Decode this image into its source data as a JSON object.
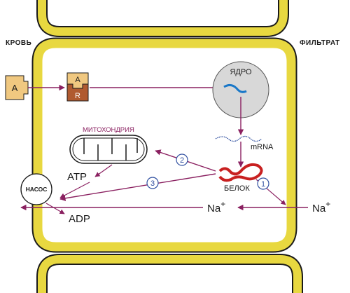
{
  "labels": {
    "blood": "КРОВЬ",
    "filtrate": "ФИЛЬТРАТ",
    "hormone": "A",
    "complex_top": "A",
    "complex_bottom": "R",
    "nucleus": "ЯДРО",
    "mrna": "mRNA",
    "mitochondria": "МИТОХОНДРИЯ",
    "atp": "ATP",
    "adp": "ADP",
    "pump": "НАСОС",
    "protein": "БЕЛОК",
    "na_inside": "Na",
    "na_outside": "Na",
    "na_charge": "+",
    "step1": "1",
    "step2": "2",
    "step3": "3"
  },
  "colors": {
    "membrane": "#e8d840",
    "membrane_edge": "#1a1a1a",
    "arrow": "#8a2060",
    "hormone_fill": "#f0c880",
    "receptor_fill": "#b05a30",
    "nucleus_fill": "#d8d8d8",
    "nucleus_dna": "#1a78c8",
    "protein": "#c82020",
    "mrna": "#3050a0"
  },
  "icons": {
    "mitochondria": "mitochondria-icon",
    "nucleus": "nucleus-icon",
    "pump": "pump-icon",
    "protein": "protein-chain-icon",
    "mrna": "mrna-strand-icon"
  }
}
